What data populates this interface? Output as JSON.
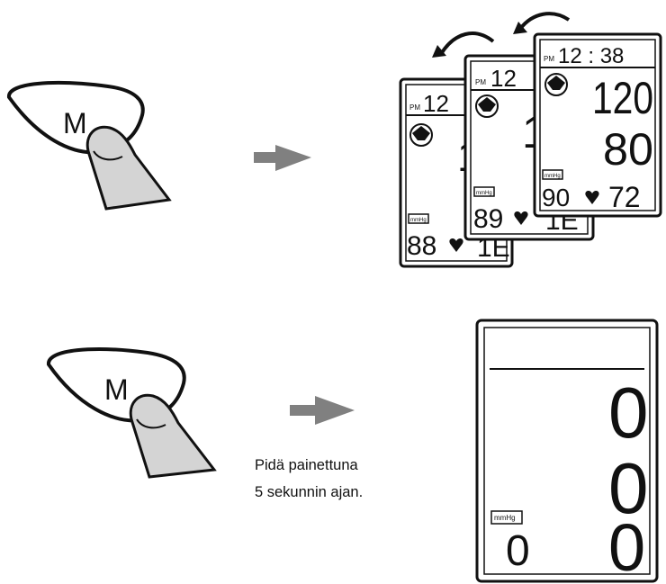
{
  "memory_recall": {
    "button_label": "M",
    "displays": [
      {
        "time_prefix": "PM",
        "time": "12",
        "systolic_partial": "1",
        "mmhg": "mmHg",
        "pulse": "88",
        "lower_partial": "1E"
      },
      {
        "time_prefix": "PM",
        "time": "12",
        "systolic_partial": "1",
        "mmhg": "mmHg",
        "pulse": "89",
        "lower_partial": "1E"
      },
      {
        "time_prefix": "PM",
        "time": "12 : 38",
        "systolic": "120",
        "diastolic": "80",
        "mmhg": "mmHg",
        "pulse": "90",
        "pulse_rate": "72"
      }
    ]
  },
  "memory_clear": {
    "button_label": "M",
    "instruction_line1": "Pidä painettuna",
    "instruction_line2": "5 sekunnin ajan.",
    "display": {
      "mmhg": "mmHg",
      "pulse": "0",
      "value1": "0",
      "value2": "0",
      "value3": "0"
    }
  },
  "colors": {
    "ink": "#111111",
    "finger": "#d4d4d4",
    "arrow": "#808080"
  }
}
